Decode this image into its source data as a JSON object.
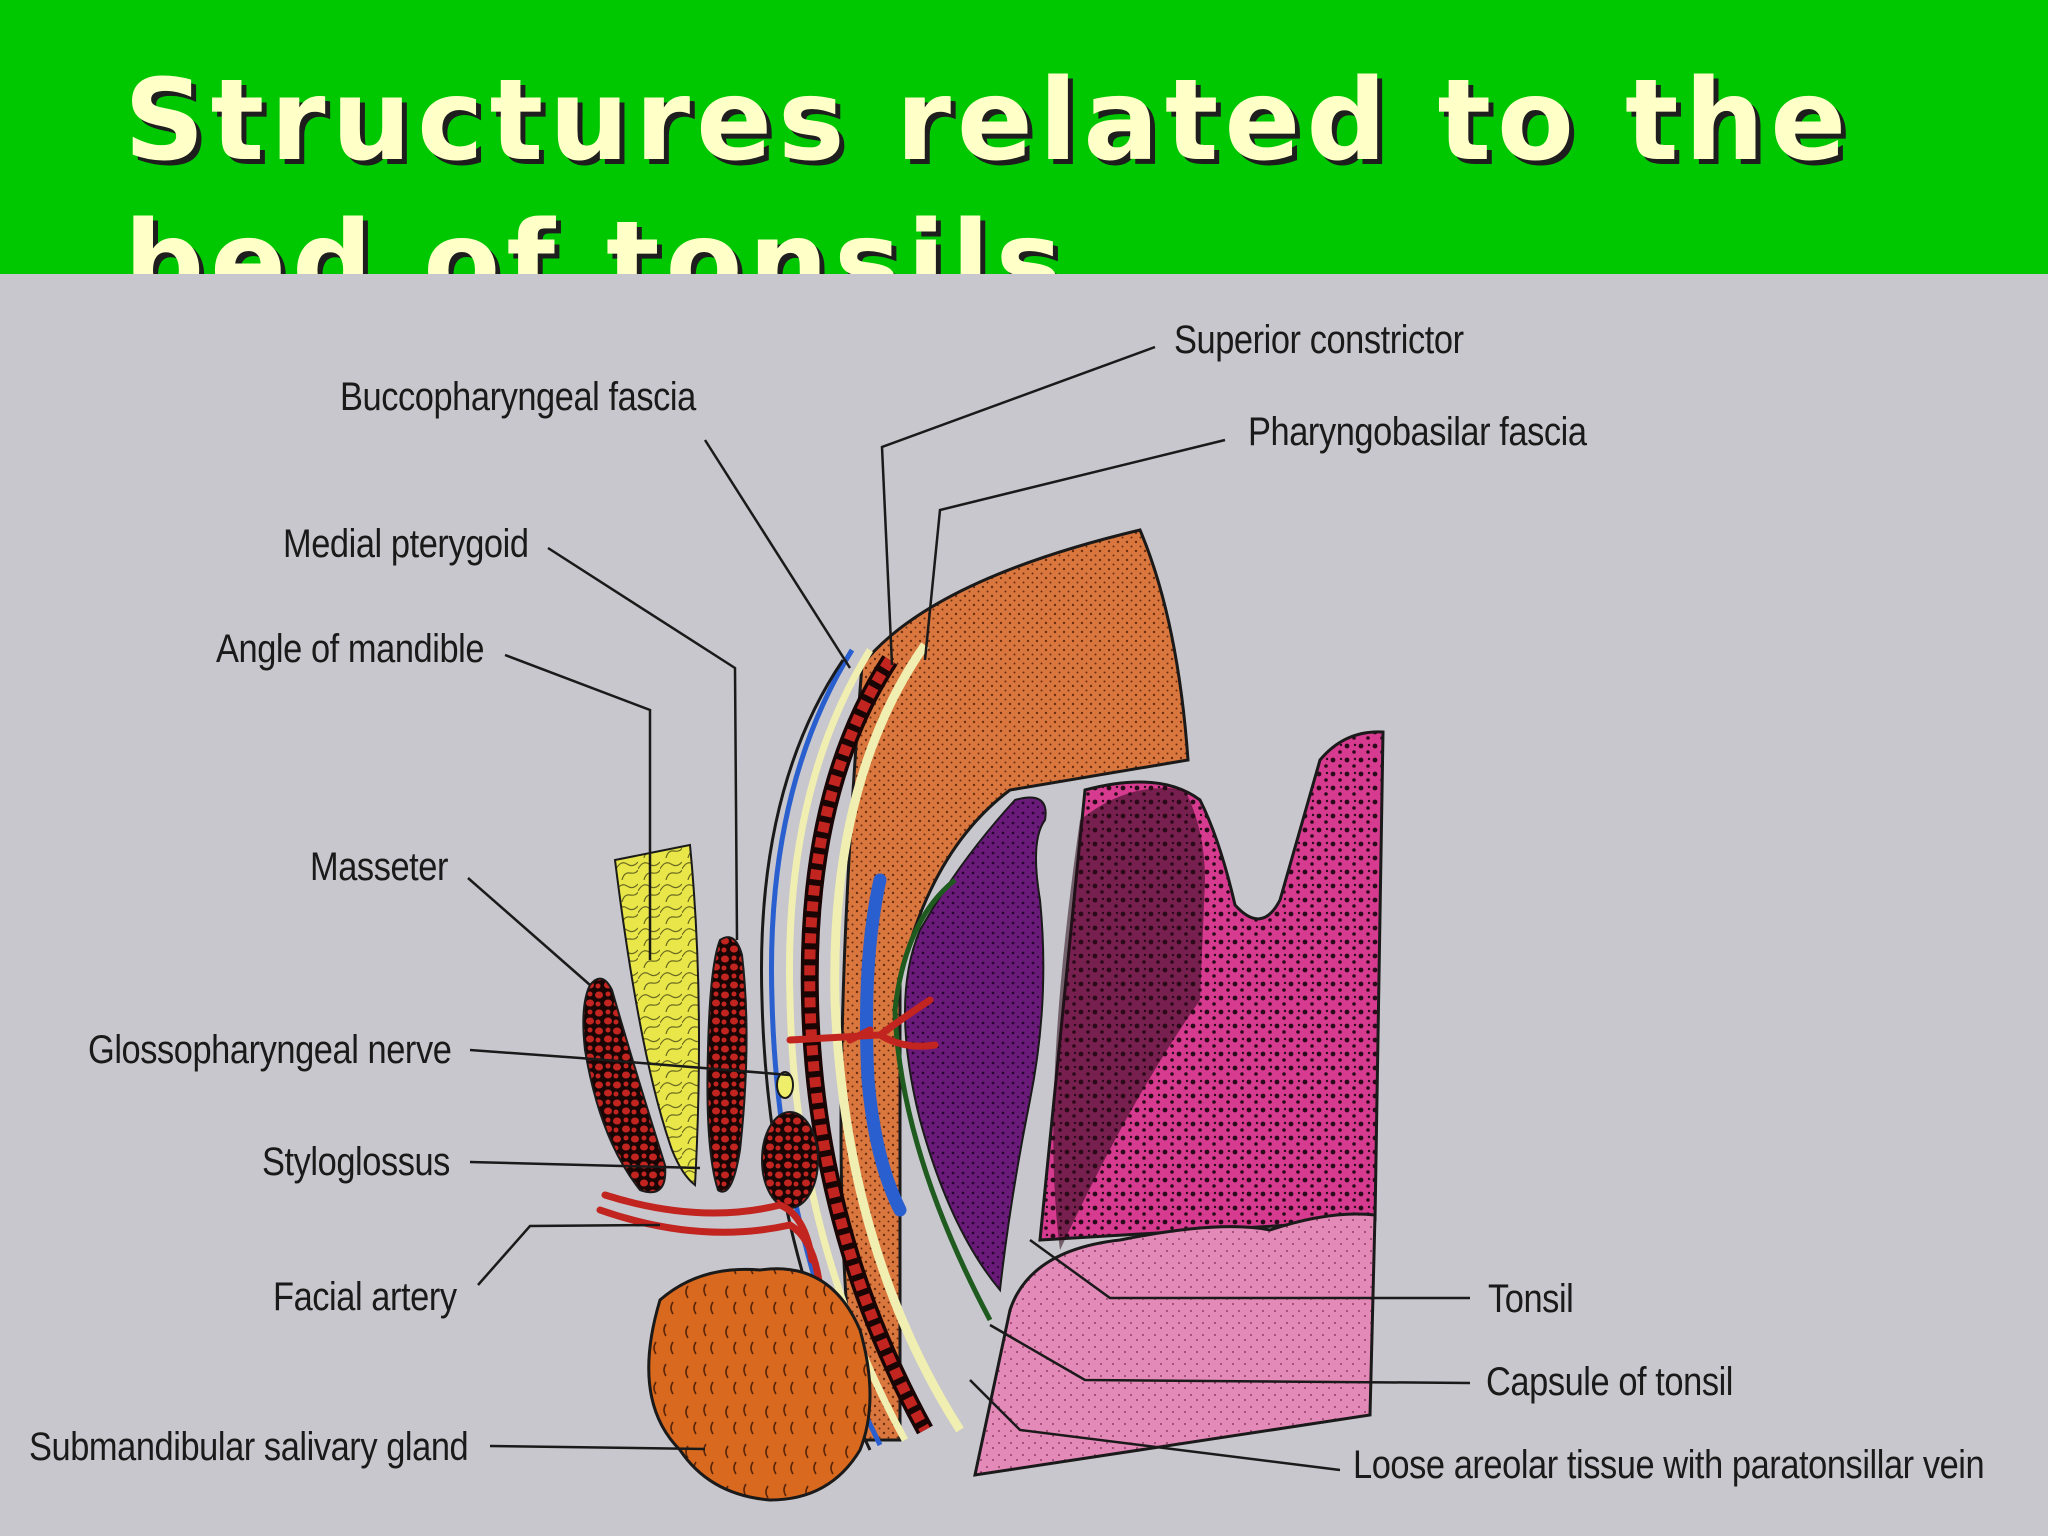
{
  "slide": {
    "title": "Structures related to the bed of tonsils"
  },
  "colors": {
    "header_bg": "#00c800",
    "title_text": "#ffffc8",
    "panel_bg": "#c7c7cd",
    "constrictor_muscle": "#d9773f",
    "tonsil_pink": "#d63b8f",
    "tonsil_purple": "#6a1b7a",
    "masseter_red": "#b8201e",
    "pterygoid_yellow": "#e9e64a",
    "gland_orange": "#d9691e",
    "fascia_blue": "#2a5fd0"
  },
  "labels": {
    "superior_constrictor": "Superior constrictor",
    "buccopharyngeal_fascia": "Buccopharyngeal fascia",
    "pharyngobasilar_fascia": "Pharyngobasilar fascia",
    "medial_pterygoid": "Medial pterygoid",
    "angle_of_mandible": "Angle of mandible",
    "masseter": "Masseter",
    "glossopharyngeal_nerve": "Glossopharyngeal nerve",
    "styloglossus": "Styloglossus",
    "facial_artery": "Facial artery",
    "submandibular_gland": "Submandibular salivary gland",
    "tonsil": "Tonsil",
    "capsule_of_tonsil": "Capsule of tonsil",
    "loose_areolar_tissue": "Loose areolar tissue with paratonsillar vein"
  }
}
